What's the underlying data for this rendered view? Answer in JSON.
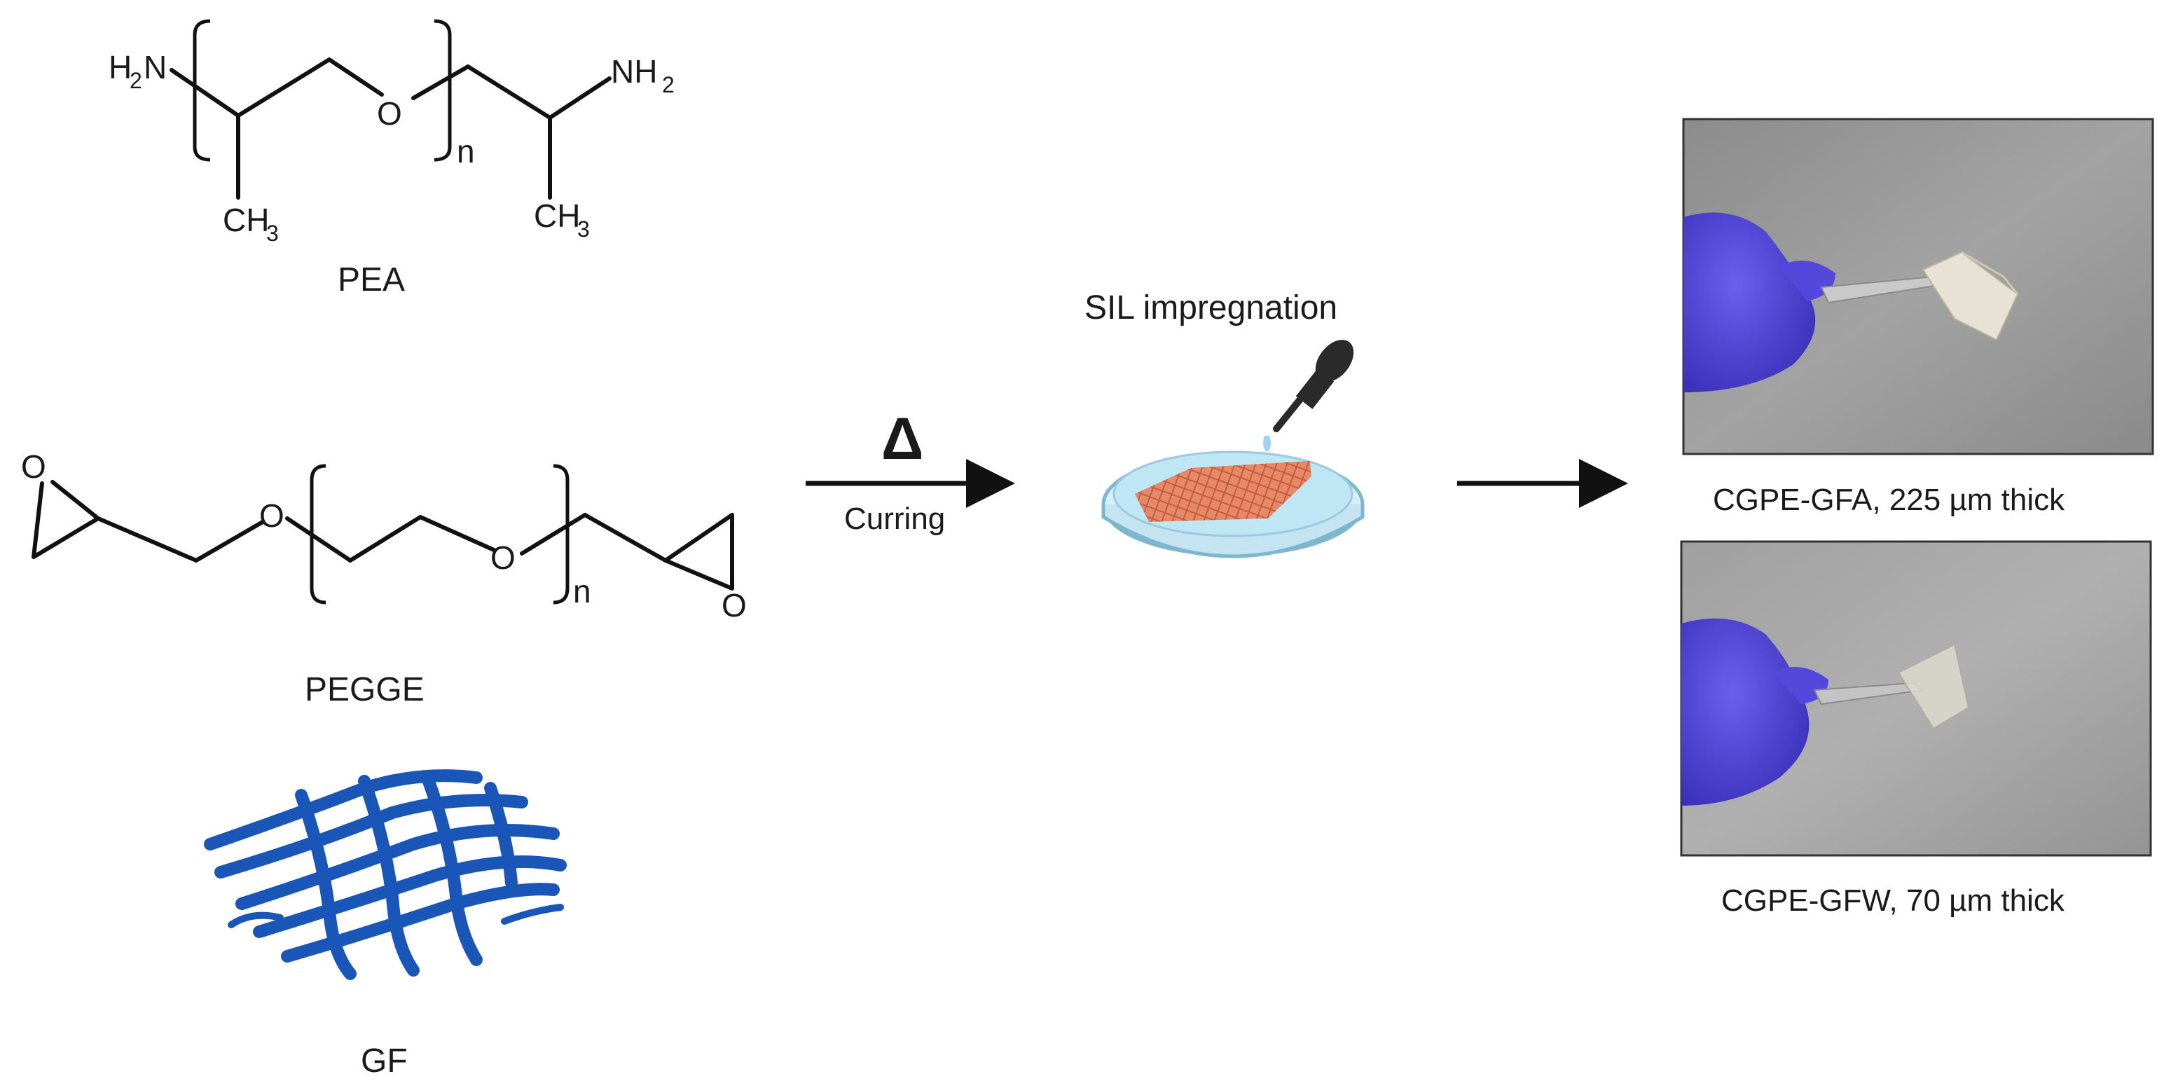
{
  "reactants": {
    "pea": {
      "name": "PEA",
      "atoms": {
        "amine_left_h": "H",
        "amine_left_sub": "2",
        "amine_left_n": "N",
        "amine_right": "NH",
        "amine_right_sub": "2",
        "oxygen": "O",
        "repeat": "n",
        "methyl": "CH",
        "methyl_sub": "3"
      }
    },
    "pegge": {
      "name": "PEGGE",
      "atoms": {
        "oxygen": "O",
        "repeat": "n"
      }
    },
    "gf": {
      "name": "GF"
    }
  },
  "process": {
    "heat_symbol": "Δ",
    "curing_label": "Curring",
    "impregnation_label": "SIL impregnation"
  },
  "products": [
    {
      "caption": "CGPE-GFA, 225 µm thick"
    },
    {
      "caption": "CGPE-GFW, 70 µm thick"
    }
  ],
  "colors": {
    "glove": "#4a3fd0",
    "fabric": "#1a56b8",
    "dish_liquid": "#bfe6f5",
    "membrane": "#e07a5a",
    "photo_bg": "#9a9a9a"
  }
}
